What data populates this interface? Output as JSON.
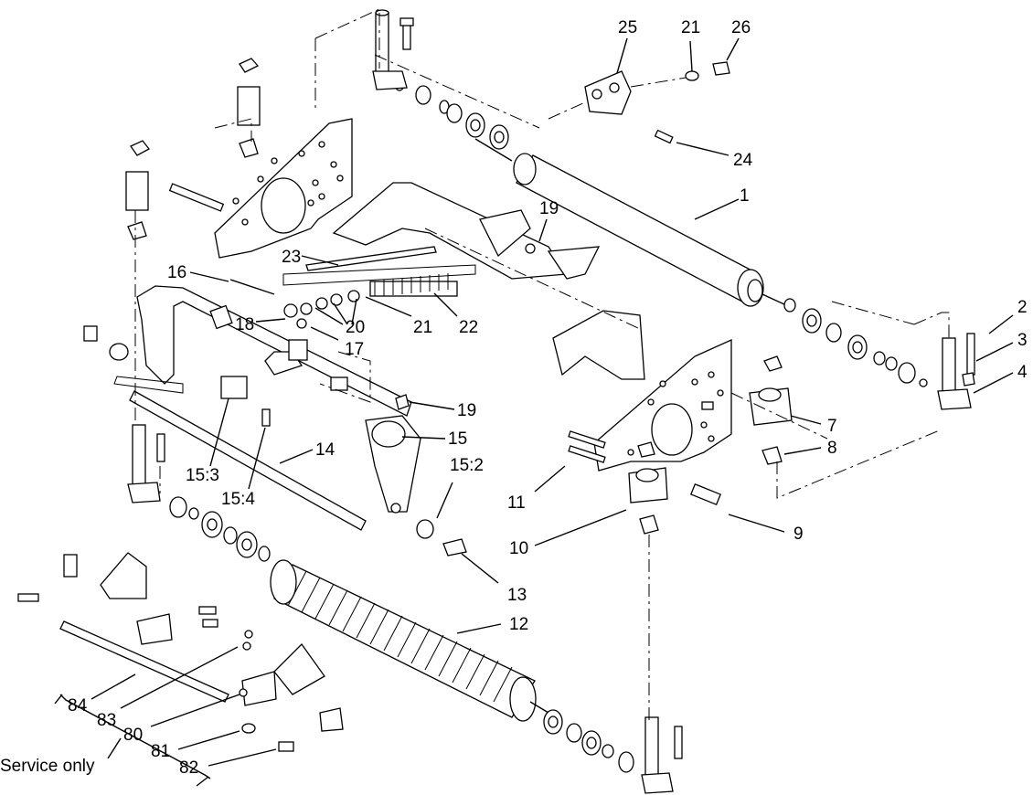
{
  "diagram": {
    "labels": {
      "l1": "1",
      "l2": "2",
      "l3": "3",
      "l4": "4",
      "l7": "7",
      "l8": "8",
      "l9": "9",
      "l10": "10",
      "l11": "11",
      "l12": "12",
      "l13": "13",
      "l14": "14",
      "l15": "15",
      "l15_2": "15:2",
      "l15_3": "15:3",
      "l15_4": "15:4",
      "l16": "16",
      "l17": "17",
      "l18": "18",
      "l19a": "19",
      "l19b": "19",
      "l20": "20",
      "l21a": "21",
      "l21b": "21",
      "l22": "22",
      "l23": "23",
      "l24": "24",
      "l25": "25",
      "l26": "26",
      "l80": "80",
      "l81": "81",
      "l82": "82",
      "l83": "83",
      "l84": "84"
    },
    "service_note": "Service only"
  }
}
